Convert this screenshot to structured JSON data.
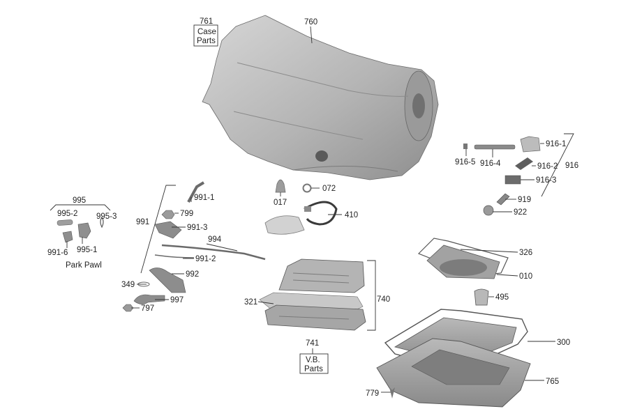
{
  "labels": {
    "p760": "760",
    "p761": "761",
    "case_parts_1": "Case",
    "case_parts_2": "Parts",
    "p017": "017",
    "p072": "072",
    "p410": "410",
    "p995": "995",
    "p995_2": "995-2",
    "p995_3": "995-3",
    "p995_1": "995-1",
    "p991_6": "991-6",
    "park_pawl": "Park Pawl",
    "p991": "991",
    "p991_1": "991-1",
    "p799": "799",
    "p991_3": "991-3",
    "p994": "994",
    "p991_2": "991-2",
    "p992": "992",
    "p349": "349",
    "p997": "997",
    "p797": "797",
    "p916_1": "916-1",
    "p916_5": "916-5",
    "p916_4": "916-4",
    "p916_2": "916-2",
    "p916": "916",
    "p916_3": "916-3",
    "p919": "919",
    "p922": "922",
    "p326": "326",
    "p010": "010",
    "p495": "495",
    "p740": "740",
    "p321": "321",
    "p741": "741",
    "vb_parts_1": "V.B.",
    "vb_parts_2": "Parts",
    "p300": "300",
    "p765": "765",
    "p779": "779"
  },
  "colors": {
    "metal_light": "#c9c9c9",
    "metal_mid": "#a8a8a8",
    "metal_dark": "#7d7d7d",
    "ink": "#222222"
  }
}
